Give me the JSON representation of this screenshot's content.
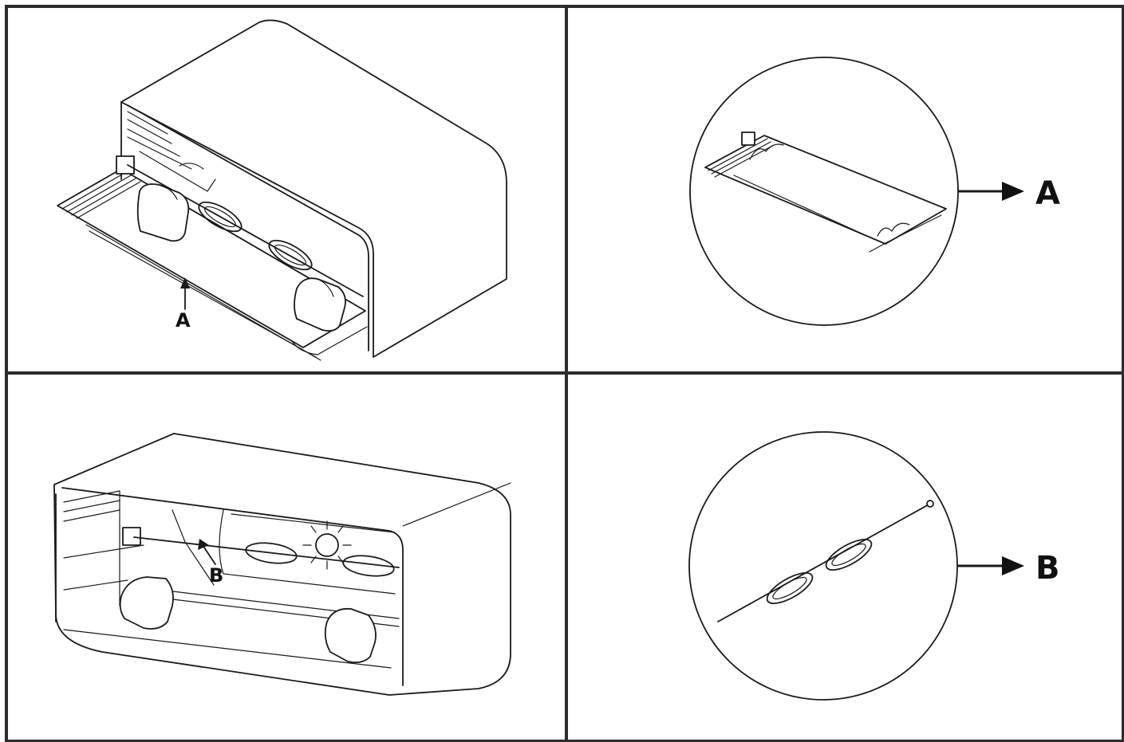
{
  "panels": [
    {
      "id": "top-left",
      "label": "A"
    },
    {
      "id": "top-right",
      "label": "A"
    },
    {
      "id": "bottom-left",
      "label": "B"
    },
    {
      "id": "bottom-right",
      "label": "B"
    }
  ],
  "colors": {
    "line": "#1a1a1a",
    "frame": "#2b2b2b",
    "background": "#ffffff"
  },
  "icons": [
    "arrow-right-icon",
    "arrow-up-icon",
    "hand-icon",
    "magnifier-circle-icon"
  ]
}
